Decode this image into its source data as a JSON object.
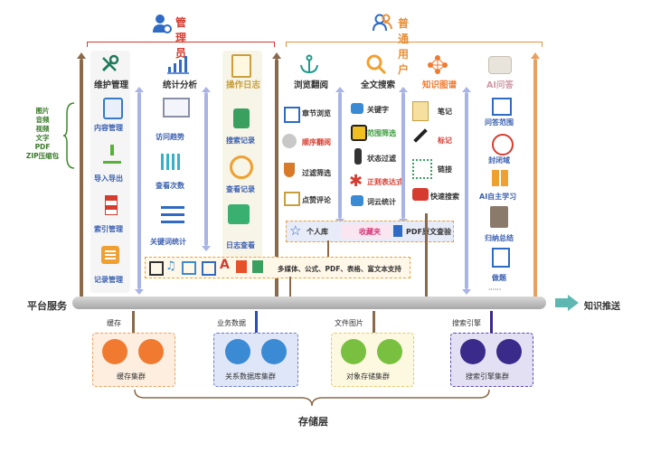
{
  "roles": {
    "admin": "管理员",
    "user": "普通用户"
  },
  "columns": {
    "maintenance": "维护管理",
    "stats": "统计分析",
    "oplog": "操作日志",
    "browse": "浏览翻阅",
    "fulltext": "全文搜索",
    "kgraph": "知识图谱",
    "aiqa": "AI问答"
  },
  "left_formats": [
    "图片",
    "音频",
    "视频",
    "文字",
    "PDF",
    "ZIP压缩包"
  ],
  "maintenance_items": [
    "内容管理",
    "导入导出",
    "索引管理",
    "记录管理"
  ],
  "stats_items": [
    "访问趋势",
    "查看次数",
    "关键词统计"
  ],
  "oplog_items": [
    "搜索记录",
    "查看记录",
    "日志查看"
  ],
  "browse_items": [
    "章节浏览",
    "顺序翻阅",
    "过滤筛选",
    "点赞评论"
  ],
  "fulltext_items": [
    "关键字",
    "范围筛选",
    "状态过滤",
    "正则表达式",
    "词云统计"
  ],
  "kgraph_items": [
    "笔记",
    "标记",
    "链接",
    "快速搜索"
  ],
  "aiqa_items": [
    "问答范围",
    "封闭域",
    "AI自主学习",
    "归纳总结",
    "做题",
    "······"
  ],
  "personal_bar": [
    "个人库",
    "收藏夹",
    "PDF原文查验"
  ],
  "media_bar": "多媒体、公式、PDF、表格、富文本支持",
  "platform": "平台服务",
  "knowledge_push": "知识推送",
  "storage_links": [
    "缓存",
    "业务数据",
    "文件图片",
    "搜索引擎"
  ],
  "clusters": [
    "缓存集群",
    "关系数据库集群",
    "对象存储集群",
    "搜索引擎集群"
  ],
  "storage_layer": "存储层",
  "colors": {
    "admin_red": "#d63b2f",
    "user_orange": "#e8903a",
    "arrow_brown": "#8a6a4a",
    "arrow_blue": "#a9b4e6",
    "platform_gray": "#b9b9b9",
    "push_teal": "#5fb7b2"
  },
  "icons": {
    "admin": "admin-gear-user-icon",
    "user": "users-icon",
    "maintenance": "wrench-icon",
    "stats": "bar-chart-icon",
    "oplog": "notepad-icon",
    "browse": "anchor-icon",
    "fulltext": "magnifier-icon",
    "kgraph": "network-icon",
    "aiqa": "chat-bubble-icon"
  }
}
